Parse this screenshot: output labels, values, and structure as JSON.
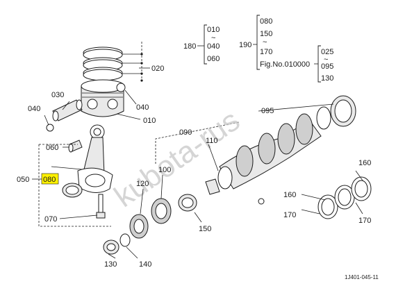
{
  "labels": {
    "p010": "010",
    "p020": "020",
    "p030": "030",
    "p040a": "040",
    "p040b": "040",
    "p050": "050",
    "p060": "060",
    "p070": "070",
    "p080": "080",
    "p090": "090",
    "p095": "095",
    "p100": "100",
    "p110": "110",
    "p120": "120",
    "p130": "130",
    "p140": "140",
    "p150": "150",
    "p160a": "160",
    "p160b": "160",
    "p170a": "170",
    "p170b": "170"
  },
  "ref180": {
    "num": "180",
    "a": "010",
    "tilde": "~",
    "b": "040",
    "c": "060"
  },
  "ref190": {
    "num": "190",
    "a": "080",
    "b": "150",
    "tilde": "~",
    "c": "170",
    "fig": "Fig.No.010000"
  },
  "ref_fig": {
    "a": "025",
    "tilde": "~",
    "b": "095",
    "c": "130"
  },
  "watermark": "kubota-rus",
  "diagram_code": "1J401-045-11",
  "highlight_color": "#fff200"
}
